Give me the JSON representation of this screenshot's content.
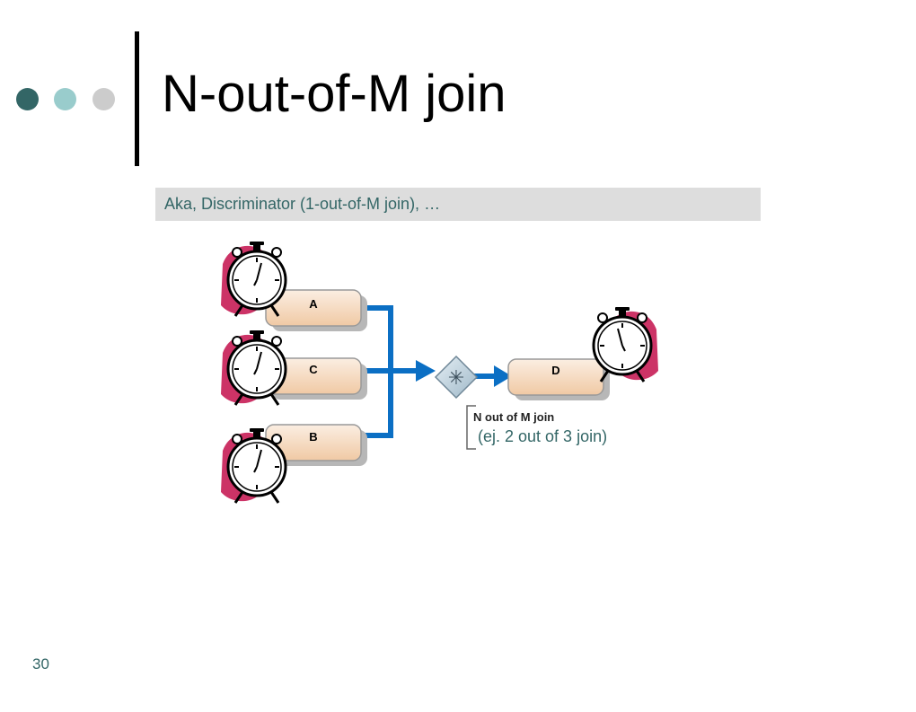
{
  "slide": {
    "title": "N-out-of-M join",
    "subtitle": "Aka, Discriminator (1-out-of-M join), …",
    "number": "30"
  },
  "diagram": {
    "tasks": [
      "A",
      "C",
      "B",
      "D"
    ],
    "join_symbol": "✳",
    "join_label": "N out of M join",
    "example_note": "(ej. 2 out of 3 join)"
  },
  "colors": {
    "accent_dark": "#336666",
    "accent_light": "#99cccc",
    "accent_grey": "#cccccc",
    "flow_blue": "#0b6fc4",
    "task_fill": "#f6dcc4",
    "clock_badge": "#cc3366"
  },
  "icons": [
    "stopwatch-icon"
  ]
}
